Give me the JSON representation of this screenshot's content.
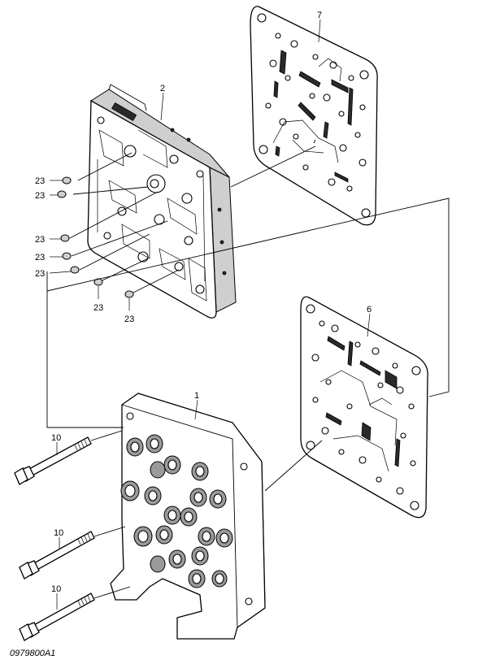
{
  "figure_code": "0979800A1",
  "callouts": {
    "c1": "1",
    "c2": "2",
    "c6": "6",
    "c7": "7",
    "c10a": "10",
    "c10b": "10",
    "c10c": "10",
    "c23a": "23",
    "c23b": "23",
    "c23c": "23",
    "c23d": "23",
    "c23e": "23",
    "c23f": "23",
    "c23g": "23"
  }
}
